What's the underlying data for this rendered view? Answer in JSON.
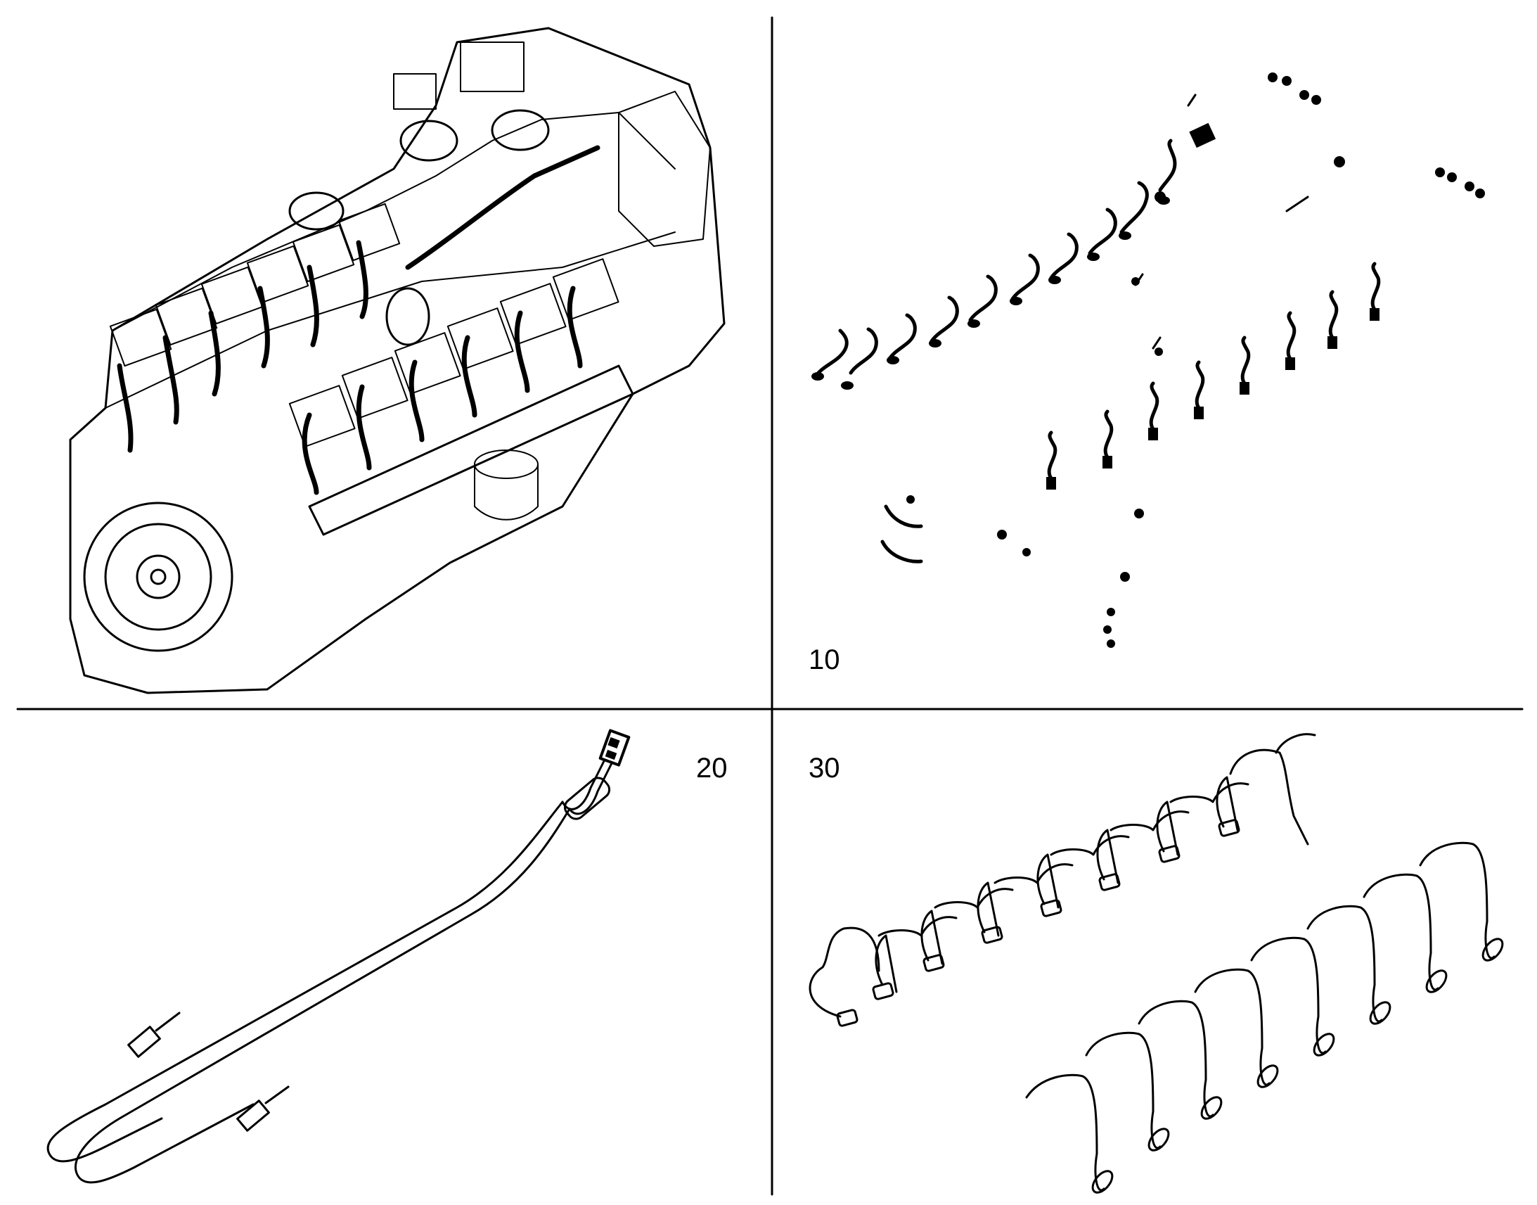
{
  "callouts": {
    "p10": "10",
    "p20": "20",
    "p30": "30"
  },
  "colors": {
    "ink": "#000000",
    "paper": "#ffffff"
  }
}
